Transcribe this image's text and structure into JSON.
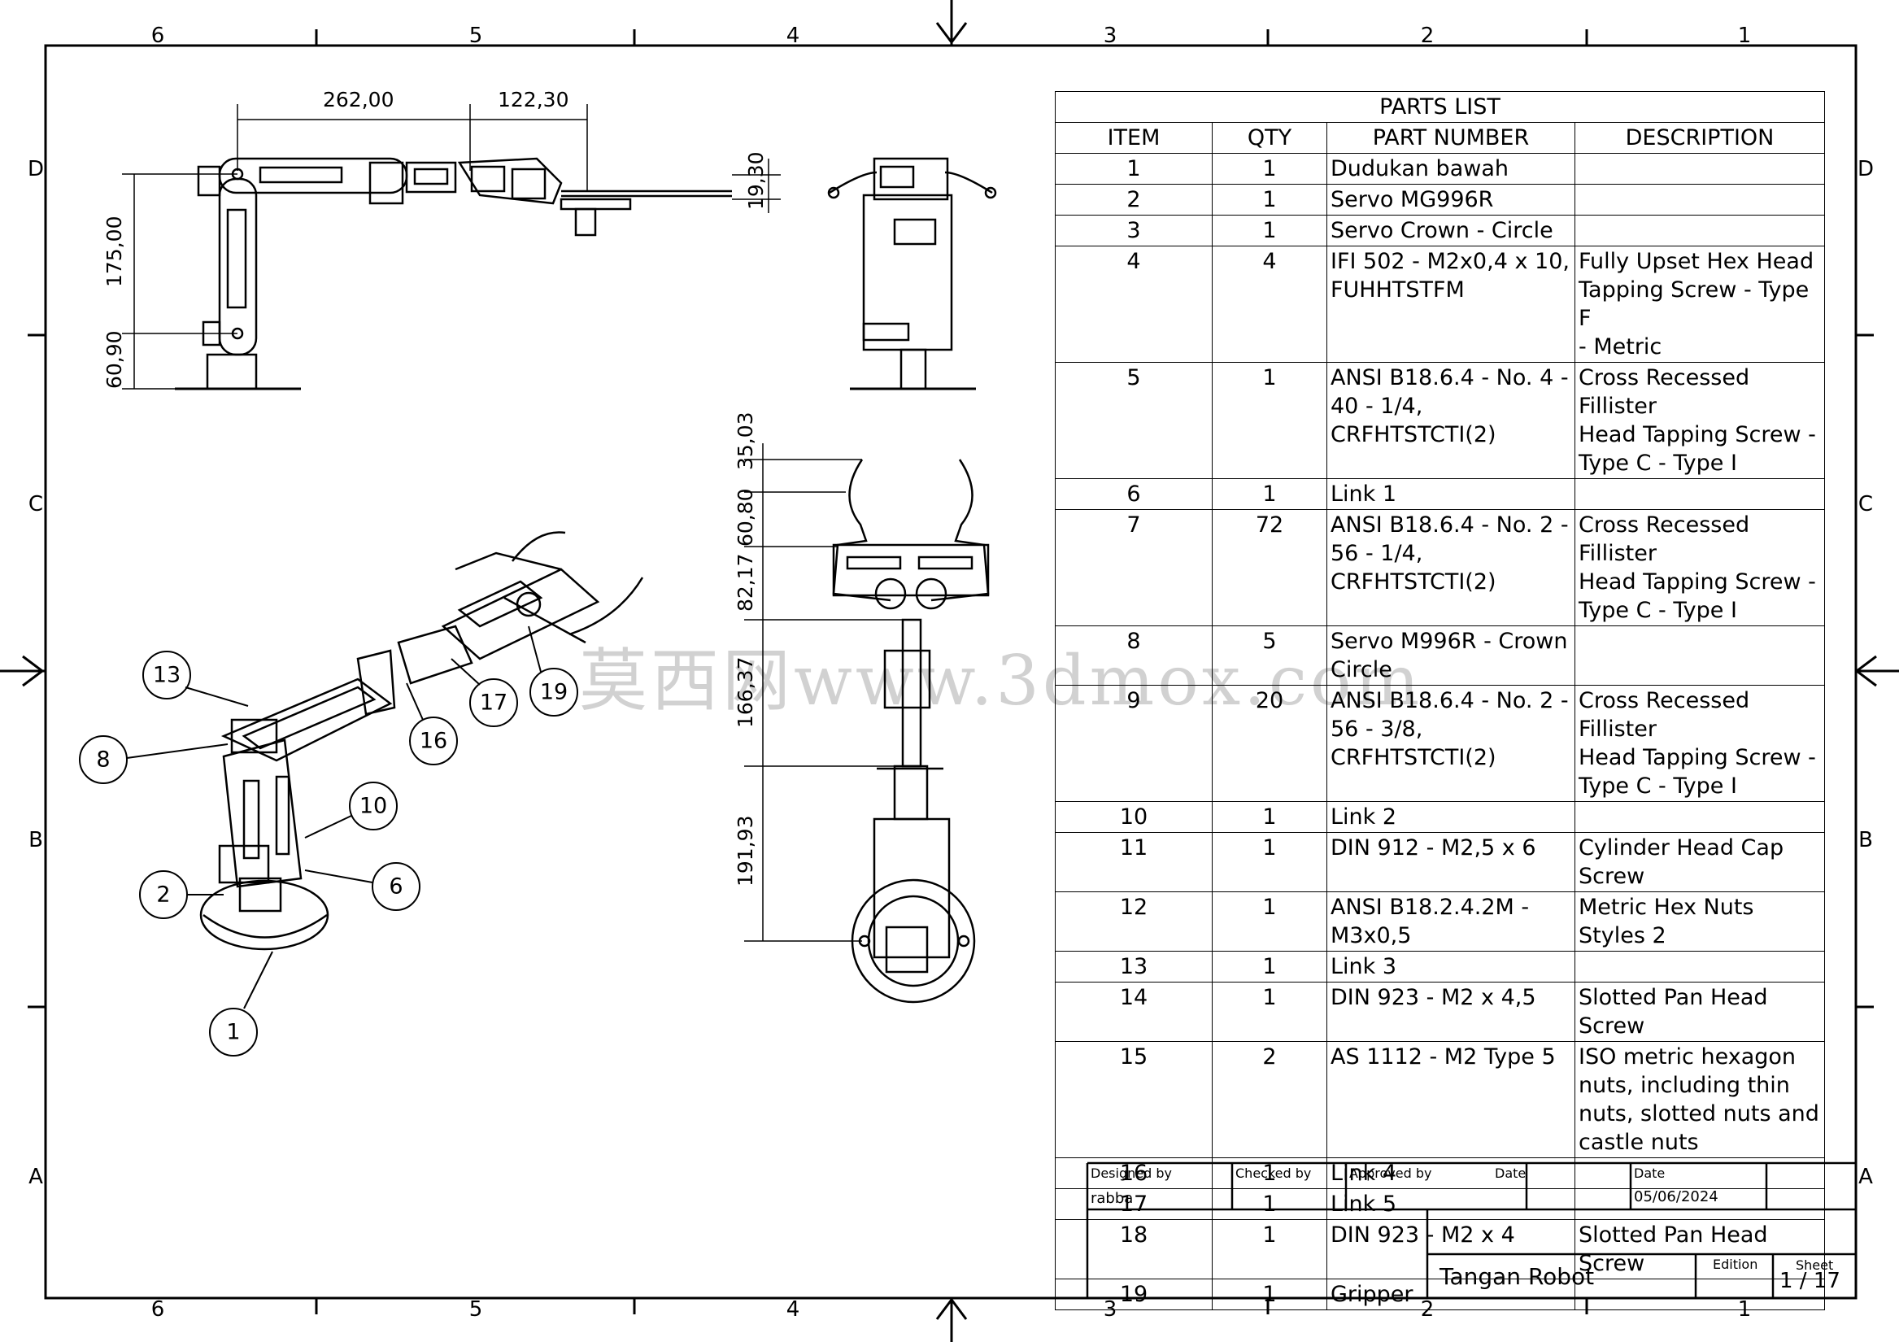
{
  "zones": {
    "columns": [
      "6",
      "5",
      "4",
      "3",
      "2",
      "1"
    ],
    "rows": [
      "D",
      "C",
      "B",
      "A"
    ]
  },
  "dimensions": {
    "top_view": {
      "a": "262,00",
      "b": "122,30",
      "c": "19,30",
      "d": "175,00",
      "e": "60,90"
    },
    "side_view": {
      "a": "35,03",
      "b": "60,80",
      "c": "82,17",
      "d": "166,37",
      "e": "191,93"
    }
  },
  "balloons": [
    "13",
    "8",
    "10",
    "2",
    "6",
    "1",
    "16",
    "17",
    "19"
  ],
  "parts_list": {
    "title": "PARTS LIST",
    "headers": [
      "ITEM",
      "QTY",
      "PART NUMBER",
      "DESCRIPTION"
    ],
    "rows": [
      {
        "item": "1",
        "qty": "1",
        "part": "Dudukan bawah",
        "desc": ""
      },
      {
        "item": "2",
        "qty": "1",
        "part": "Servo MG996R",
        "desc": ""
      },
      {
        "item": "3",
        "qty": "1",
        "part": "Servo Crown - Circle",
        "desc": ""
      },
      {
        "item": "4",
        "qty": "4",
        "part": "IFI 502 - M2x0,4 x 10,\nFUHHTSTFM",
        "desc": "Fully Upset Hex Head\nTapping Screw - Type F\n- Metric"
      },
      {
        "item": "5",
        "qty": "1",
        "part": "ANSI B18.6.4 - No. 4 -\n40 - 1/4,\nCRFHTSTCTI(2)",
        "desc": "Cross Recessed Fillister\nHead Tapping Screw -\nType C - Type I"
      },
      {
        "item": "6",
        "qty": "1",
        "part": "Link 1",
        "desc": ""
      },
      {
        "item": "7",
        "qty": "72",
        "part": "ANSI B18.6.4 - No. 2 -\n56 - 1/4,\nCRFHTSTCTI(2)",
        "desc": "Cross Recessed Fillister\nHead Tapping Screw -\nType C - Type I"
      },
      {
        "item": "8",
        "qty": "5",
        "part": "Servo M996R - Crown\nCircle",
        "desc": ""
      },
      {
        "item": "9",
        "qty": "20",
        "part": "ANSI B18.6.4 - No. 2 -\n56 - 3/8,\nCRFHTSTCTI(2)",
        "desc": "Cross Recessed Fillister\nHead Tapping Screw -\nType C - Type I"
      },
      {
        "item": "10",
        "qty": "1",
        "part": "Link 2",
        "desc": ""
      },
      {
        "item": "11",
        "qty": "1",
        "part": "DIN 912 - M2,5 x 6",
        "desc": "Cylinder Head Cap\nScrew"
      },
      {
        "item": "12",
        "qty": "1",
        "part": "ANSI B18.2.4.2M -\nM3x0,5",
        "desc": "Metric Hex Nuts Styles 2"
      },
      {
        "item": "13",
        "qty": "1",
        "part": "Link 3",
        "desc": ""
      },
      {
        "item": "14",
        "qty": "1",
        "part": "DIN 923 - M2 x 4,5",
        "desc": "Slotted Pan Head Screw"
      },
      {
        "item": "15",
        "qty": "2",
        "part": "AS 1112 - M2  Type 5",
        "desc": "ISO metric hexagon\nnuts, including thin\nnuts, slotted nuts and\ncastle nuts"
      },
      {
        "item": "16",
        "qty": "1",
        "part": "Link 4",
        "desc": ""
      },
      {
        "item": "17",
        "qty": "1",
        "part": "Link 5",
        "desc": ""
      },
      {
        "item": "18",
        "qty": "1",
        "part": "DIN 923 - M2 x 4",
        "desc": "Slotted Pan Head Screw"
      },
      {
        "item": "19",
        "qty": "1",
        "part": "Gripper",
        "desc": ""
      }
    ]
  },
  "title_block": {
    "designed_by_label": "Designed by",
    "designed_by": "rabba",
    "checked_by_label": "Checked by",
    "approved_by_label": "Approved by",
    "date_label_1": "Date",
    "date_label_2": "Date",
    "date": "05/06/2024",
    "title": "Tangan Robot",
    "edition_label": "Edition",
    "sheet_label": "Sheet",
    "sheet": "1 / 17"
  },
  "watermark": "莫西网www.3dmox.com"
}
